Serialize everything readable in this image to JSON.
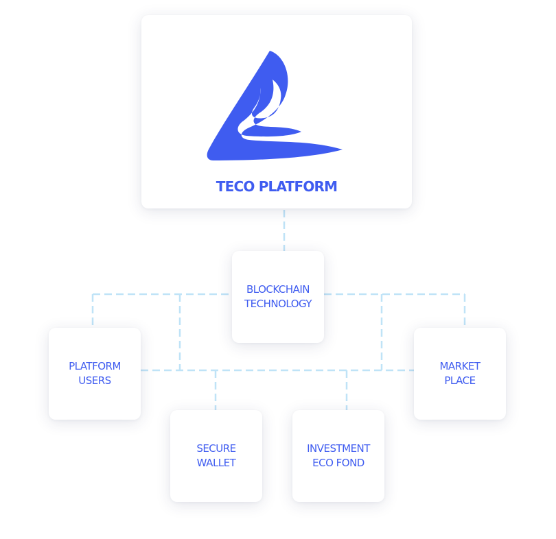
{
  "diagram": {
    "accent_color": "#3f5cf0",
    "connector_color": "#bfe3f7",
    "root": {
      "title": "TECO PLATFORM",
      "logo_icon": "teco-triangle-logo-icon"
    },
    "nodes": {
      "blockchain": {
        "lines": [
          "BLOCKCHAIN",
          "TECHNOLOGY"
        ]
      },
      "users": {
        "lines": [
          "PLATFORM",
          "USERS"
        ]
      },
      "market": {
        "lines": [
          "MARKET",
          "PLACE"
        ]
      },
      "wallet": {
        "lines": [
          "SECURE",
          "WALLET"
        ]
      },
      "investment": {
        "lines": [
          "INVESTMENT",
          "ECO FOND"
        ]
      }
    }
  }
}
